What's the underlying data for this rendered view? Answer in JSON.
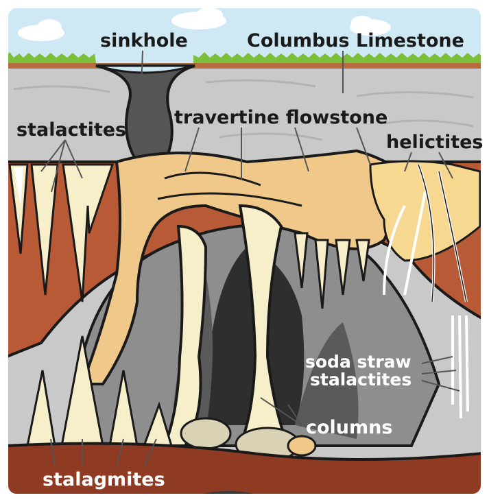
{
  "labels": {
    "sinkhole": "sinkhole",
    "columbus_limestone": "Columbus Limestone",
    "stalactites": "stalactites",
    "travertine_flowstone": "travertine flowstone",
    "helictites": "helictites",
    "soda_straw_line1": "soda straw",
    "soda_straw_line2": "stalactites",
    "columns": "columns",
    "stalagmites": "stalagmites"
  },
  "colors": {
    "sky": "#cfe9f4",
    "grass": "#7dbf3a",
    "soil": "#b86b3f",
    "limestone": "#c9c9c9",
    "cave_dark": "#2e2e2e",
    "cave_mid": "#6f6f6f",
    "flowstone": "#f0c98a",
    "speleothem": "#f7efc9",
    "red_rock": "#b85a35",
    "floor": "#8f3a22"
  }
}
